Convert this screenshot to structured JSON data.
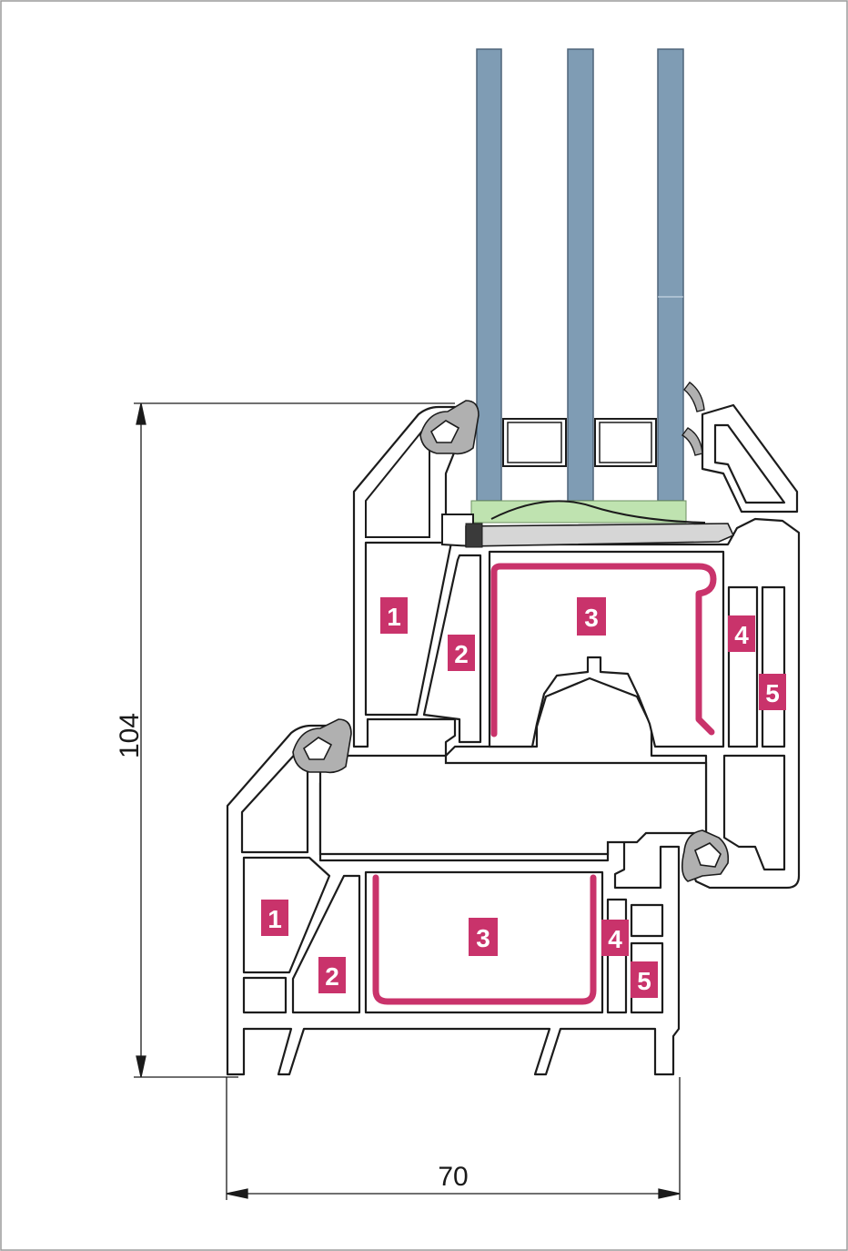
{
  "dimensions": {
    "height_label": "104",
    "width_label": "70"
  },
  "colors": {
    "glass": "#7f9cb4",
    "glass_edge": "#556f86",
    "profile_stroke": "#1c1c1c",
    "steel_reinforcement": "#c9336b",
    "label_bg": "#c9336b",
    "gasket": "#a8a8a8",
    "spacer_seal": "#bfe3b0"
  },
  "sash_chambers": [
    {
      "id": "sash-1",
      "label": "1"
    },
    {
      "id": "sash-2",
      "label": "2"
    },
    {
      "id": "sash-3",
      "label": "3"
    },
    {
      "id": "sash-4",
      "label": "4"
    },
    {
      "id": "sash-5",
      "label": "5"
    }
  ],
  "frame_chambers": [
    {
      "id": "frame-1",
      "label": "1"
    },
    {
      "id": "frame-2",
      "label": "2"
    },
    {
      "id": "frame-3",
      "label": "3"
    },
    {
      "id": "frame-4",
      "label": "4"
    },
    {
      "id": "frame-5",
      "label": "5"
    }
  ]
}
